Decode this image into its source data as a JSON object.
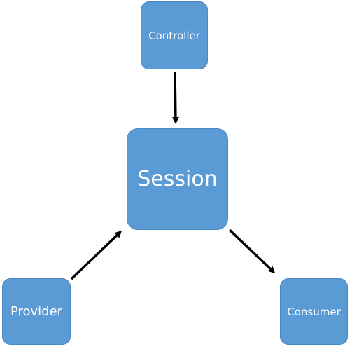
{
  "nodes": {
    "controller": "Controller",
    "session": "Session",
    "provider": "Provider",
    "consumer": "Consumer"
  },
  "edges": [
    {
      "from": "Controller",
      "to": "Session"
    },
    {
      "from": "Provider",
      "to": "Session"
    },
    {
      "from": "Session",
      "to": "Consumer"
    }
  ],
  "colors": {
    "node_fill": "#5b9bd5",
    "node_text": "#ffffff",
    "arrow": "#000000"
  }
}
